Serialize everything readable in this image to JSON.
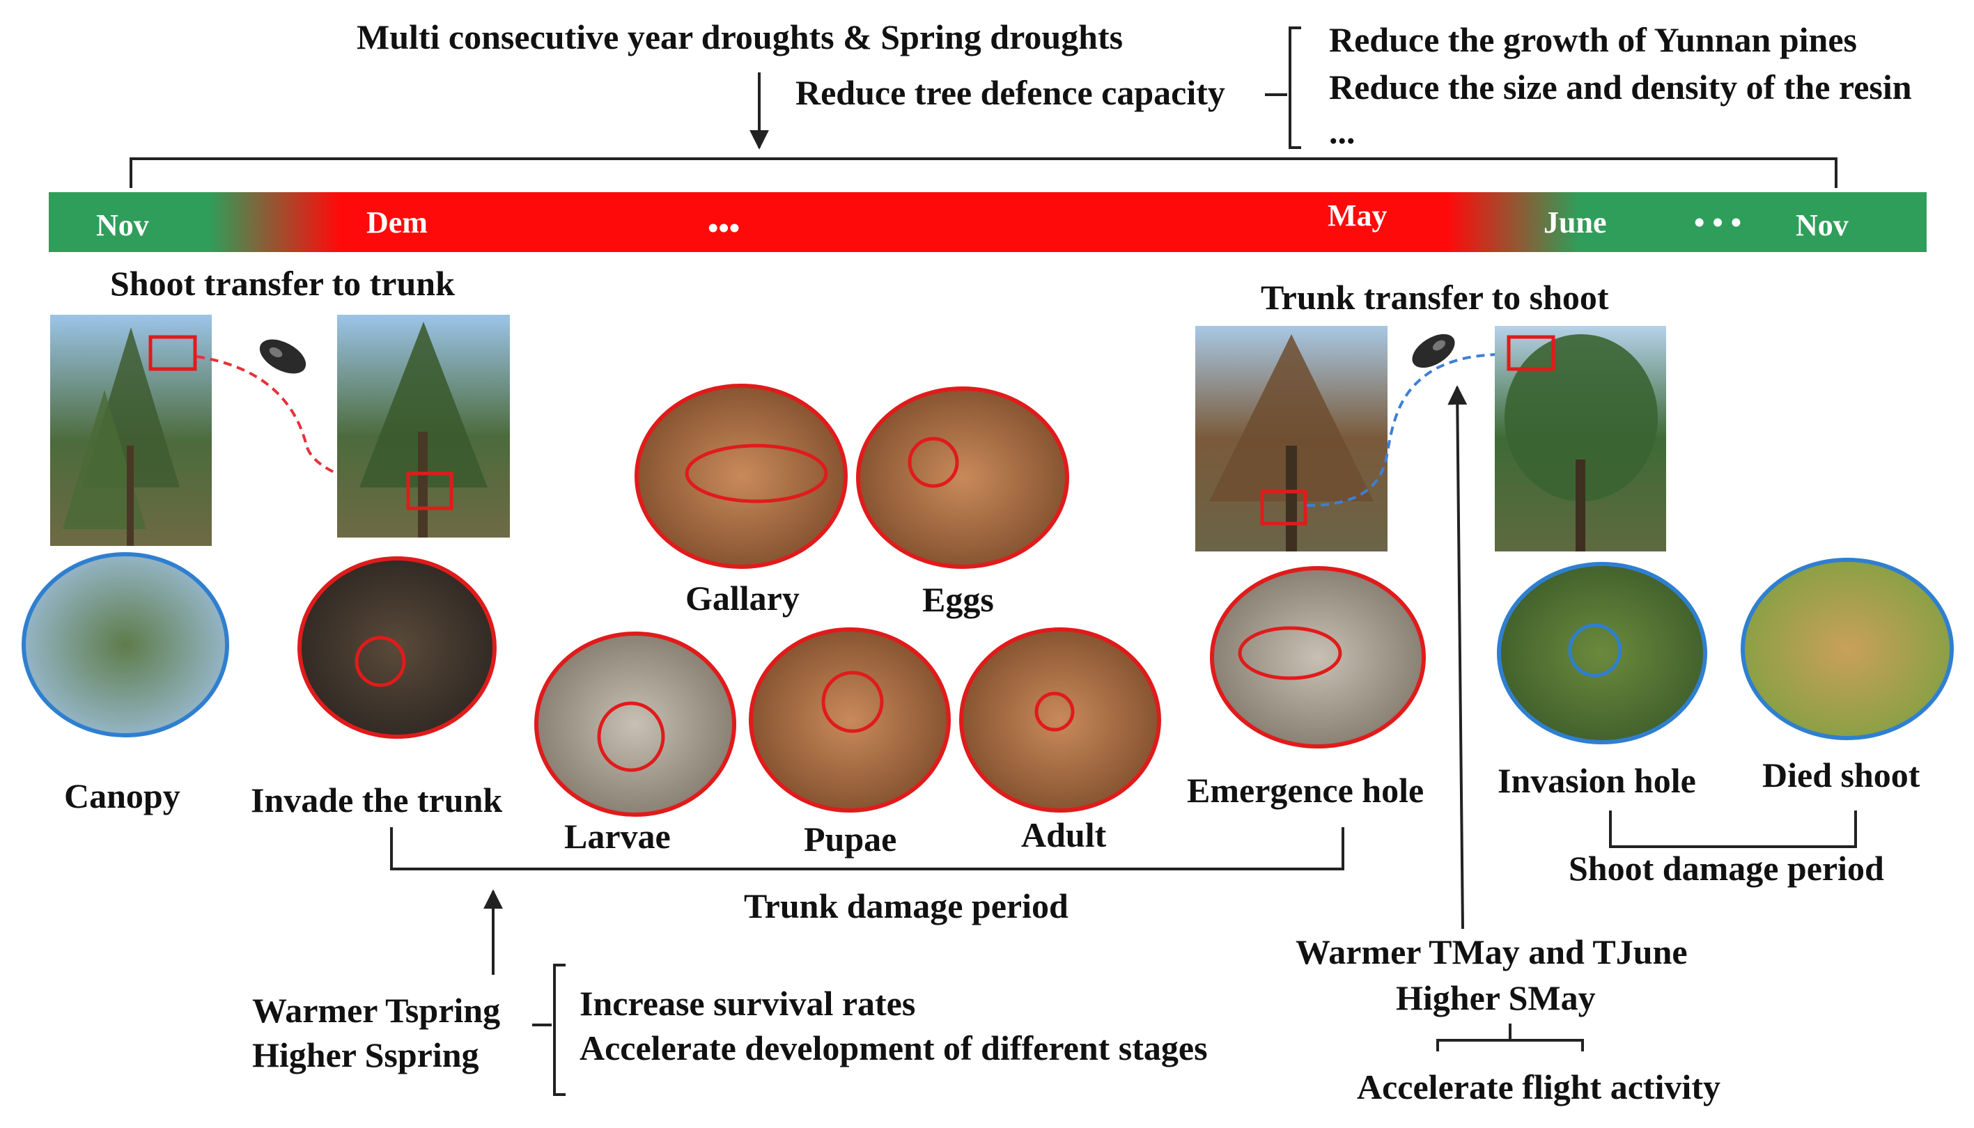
{
  "top": {
    "drought_label": "Multi consecutive year droughts &  Spring droughts",
    "defence_label": "Reduce tree defence capacity",
    "effects": [
      "Reduce the growth of Yunnan pines",
      "Reduce the size and density of the resin",
      "..."
    ]
  },
  "timeline": {
    "months": [
      "Nov",
      "Dem",
      "May",
      "June",
      "Nov"
    ],
    "ellipsis_1": "•••",
    "ellipsis_2": "• • •",
    "colors": {
      "green": "#2f9e5a",
      "red": "#ff0a0a"
    }
  },
  "left_section": {
    "title": "Shoot transfer to trunk",
    "canopy_label": "Canopy",
    "invade_label": "Invade the trunk"
  },
  "trunk_stages": {
    "gallery_label": "Gallary",
    "eggs_label": "Eggs",
    "larvae_label": "Larvae",
    "pupae_label": "Pupae",
    "adult_label": "Adult",
    "emergence_label": "Emergence hole",
    "period_label": "Trunk damage period"
  },
  "right_section": {
    "title": "Trunk transfer to shoot",
    "invasion_label": "Invasion hole",
    "died_label": "Died shoot",
    "period_label": "Shoot damage period"
  },
  "spring": {
    "conditions": [
      "Warmer Tspring",
      "Higher Sspring"
    ],
    "effects": [
      "Increase survival rates",
      "Accelerate development of different stages"
    ]
  },
  "may_june": {
    "conditions": [
      "Warmer TMay and TJune",
      "Higher  SMay"
    ],
    "effect": "Accelerate flight activity"
  },
  "colors": {
    "photo_border_red": "#e01b1b",
    "photo_border_blue": "#2f7fd0",
    "arrow_red": "#e8303a",
    "arrow_blue": "#3d7fd6"
  }
}
